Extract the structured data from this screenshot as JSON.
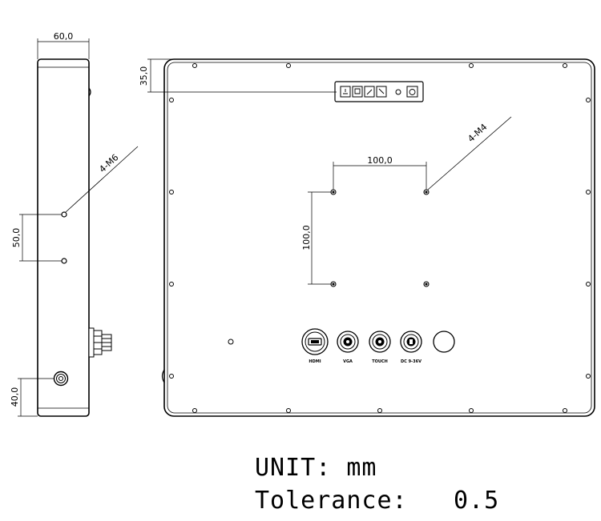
{
  "side_view": {
    "width_dim": "60,0",
    "hole_label": "4-M6",
    "hole_spacing_dim": "50,0",
    "bottom_dim": "40,0"
  },
  "rear_view": {
    "top_dim": "35,0",
    "hole_label": "4-M4",
    "vesa_h_dim": "100,0",
    "vesa_v_dim": "100,0",
    "ports": [
      "HDMI",
      "VGA",
      "TOUCH",
      "DC 9-36V"
    ]
  },
  "notes": {
    "unit": "UNIT: mm",
    "tolerance_label": "Tolerance:",
    "tolerance_value": "0.5"
  }
}
